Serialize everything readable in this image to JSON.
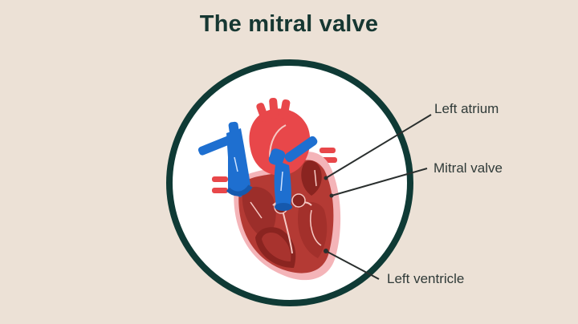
{
  "title": "The mitral valve",
  "colors": {
    "background": "#ece1d6",
    "title": "#163732",
    "circle_stroke": "#0f3a35",
    "circle_fill": "#ffffff",
    "artery_red": "#e8474a",
    "vein_blue": "#1e6fd0",
    "myocardium": "#b43a34",
    "chamber_dark": "#8a2420",
    "pericardium_pink": "#f4b4b8",
    "label_text": "#2f3a38",
    "leader_line": "#2a2f2e"
  },
  "illustration": {
    "subject": "heart-cross-section",
    "frame": "circle"
  },
  "labels": [
    {
      "id": "left-atrium",
      "text": "Left atrium"
    },
    {
      "id": "mitral-valve",
      "text": "Mitral valve"
    },
    {
      "id": "left-ventricle",
      "text": "Left ventricle"
    }
  ]
}
